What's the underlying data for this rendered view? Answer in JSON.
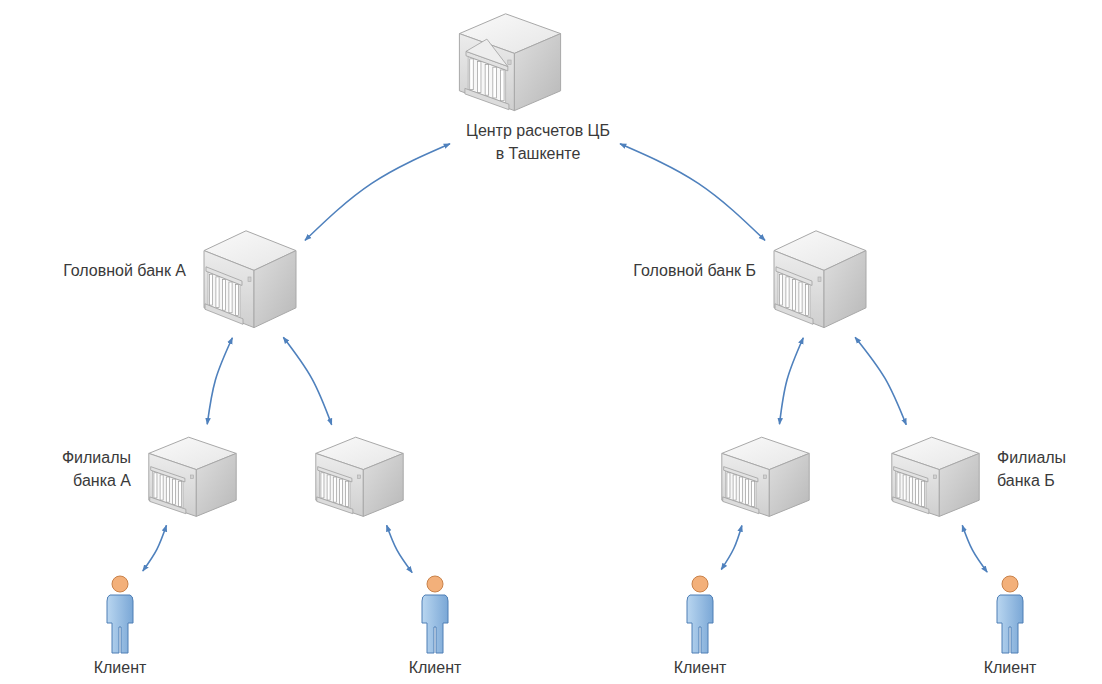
{
  "diagram": {
    "nodes": [
      {
        "text": [
          "Центр расчетов ЦБ в Ташкенте"
        ]
      },
      {
        "text": [
          "Головной банк А"
        ]
      },
      {
        "text": [
          "Головной банк Б"
        ]
      },
      {
        "text": [
          "Филиалы банка А"
        ]
      },
      {
        "text": []
      },
      {
        "text": []
      },
      {
        "text": [
          "Филиалы банка Б"
        ]
      },
      {
        "text": [
          "Клиент"
        ]
      },
      {
        "text": [
          "Клиент"
        ]
      },
      {
        "text": [
          "Клиент"
        ]
      },
      {
        "text": [
          "Клиент"
        ]
      }
    ],
    "edges": [
      {
        "from": 0,
        "to": 1,
        "arrow": "both"
      },
      {
        "from": 0,
        "to": 2,
        "arrow": "both"
      },
      {
        "from": 1,
        "to": 3,
        "arrow": "both"
      },
      {
        "from": 1,
        "to": 4,
        "arrow": "both"
      },
      {
        "from": 2,
        "to": 5,
        "arrow": "both"
      },
      {
        "from": 2,
        "to": 6,
        "arrow": "both"
      },
      {
        "from": 3,
        "to": 7,
        "arrow": "both"
      },
      {
        "from": 4,
        "to": 8,
        "arrow": "both"
      },
      {
        "from": 5,
        "to": 9,
        "arrow": "both"
      },
      {
        "from": 6,
        "to": 10,
        "arrow": "both"
      }
    ]
  }
}
